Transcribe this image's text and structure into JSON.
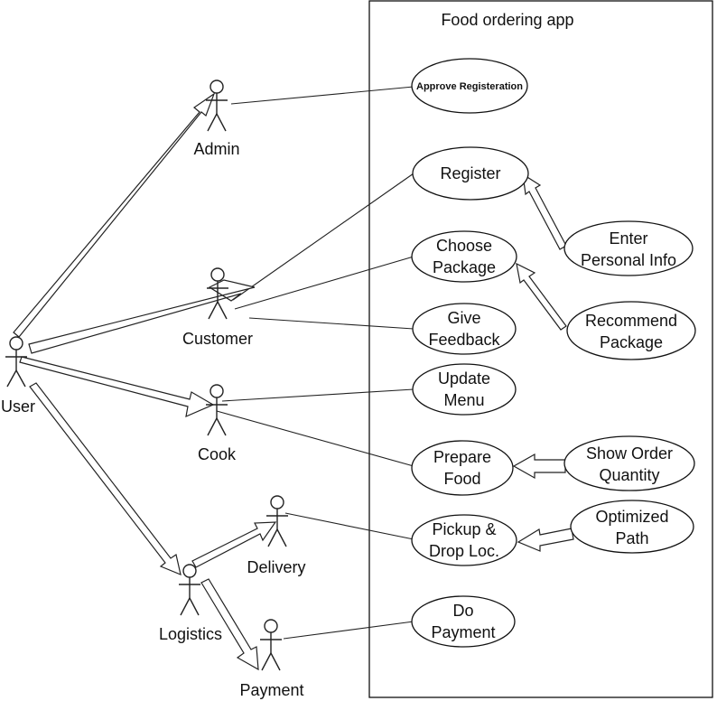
{
  "diagram": {
    "title": "Food ordering app",
    "actors": {
      "user": "User",
      "admin": "Admin",
      "customer": "Customer",
      "cook": "Cook",
      "logistics": "Logistics",
      "delivery": "Delivery",
      "payment": "Payment"
    },
    "use_cases": {
      "approve": [
        "Approve Registeration"
      ],
      "register": [
        "Register"
      ],
      "choose_package": [
        "Choose",
        "Package"
      ],
      "give_feedback": [
        "Give",
        "Feedback"
      ],
      "update_menu": [
        "Update",
        "Menu"
      ],
      "prepare_food": [
        "Prepare",
        "Food"
      ],
      "pickup_drop": [
        "Pickup &",
        "Drop Loc."
      ],
      "do_payment": [
        "Do",
        "Payment"
      ],
      "enter_personal": [
        "Enter",
        "Personal Info"
      ],
      "recommend_package": [
        "Recommend",
        "Package"
      ],
      "show_order_quantity": [
        "Show Order",
        "Quantity"
      ],
      "optimized_path": [
        "Optimized",
        "Path"
      ]
    }
  }
}
